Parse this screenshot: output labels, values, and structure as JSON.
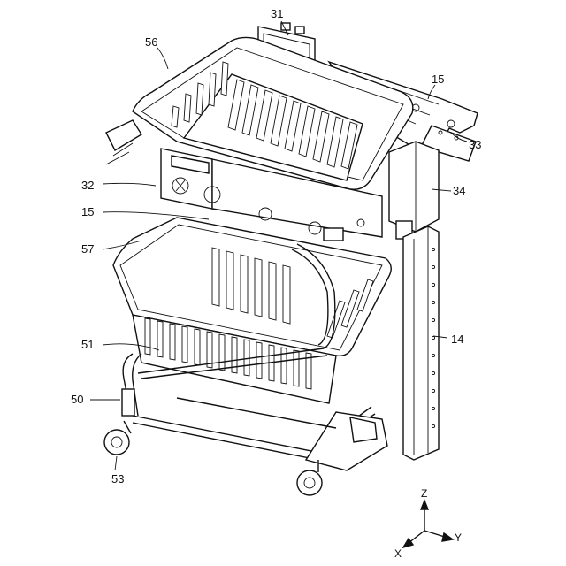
{
  "labels": {
    "l31": "31",
    "l56": "56",
    "l15_top": "15",
    "l33": "33",
    "l32": "32",
    "l34": "34",
    "l15_mid": "15",
    "l57": "57",
    "l14": "14",
    "l51": "51",
    "l50": "50",
    "l53": "53"
  },
  "axes": {
    "z": "Z",
    "y": "Y",
    "x": "X"
  }
}
